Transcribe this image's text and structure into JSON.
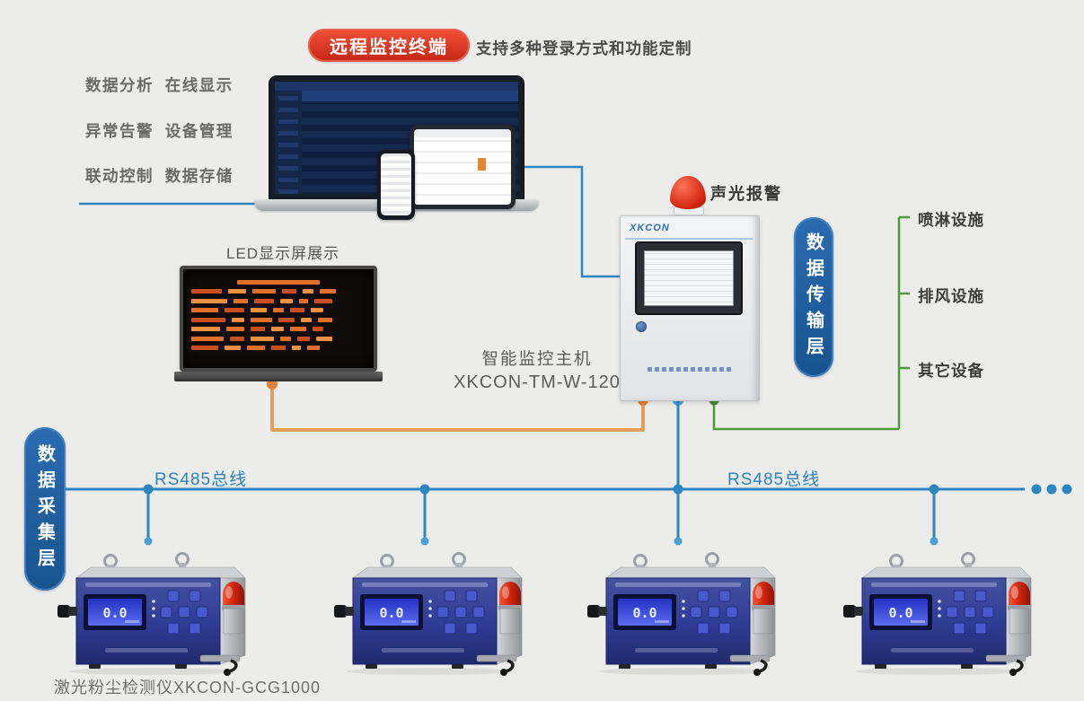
{
  "colors": {
    "bg": "#ececea",
    "blue": "#2e86c0",
    "bluelight": "#4aa0d4",
    "orange": "#e2813a",
    "orangeline": "#dfa05f",
    "green": "#4f9a3c",
    "greendark": "#3f8a2e",
    "redbadge": "#d93a27",
    "badgeblue1": "#2a6cb0",
    "badgeblue2": "#17538f"
  },
  "header": {
    "badge": "远程监控终端",
    "subtitle": "支持多种登录方式和功能定制"
  },
  "features": [
    "数据分析  在线显示",
    "异常告警  设备管理",
    "联动控制  数据存储"
  ],
  "led": {
    "label": "LED显示屏展示"
  },
  "alarm": {
    "label": "声光报警"
  },
  "cabinet": {
    "brand": "XKCON"
  },
  "host": {
    "name": "智能监控主机",
    "model": "XKCON-TM-W-120"
  },
  "layers": {
    "transmission": "数据传输层",
    "collection": "数据采集层"
  },
  "actuators": [
    "喷淋设施",
    "排风设施",
    "其它设备"
  ],
  "bus": {
    "label_left": "RS485总线",
    "label_right": "RS485总线"
  },
  "device_display": "0.0",
  "footer": "激光粉尘检测仪XKCON-GCG1000"
}
